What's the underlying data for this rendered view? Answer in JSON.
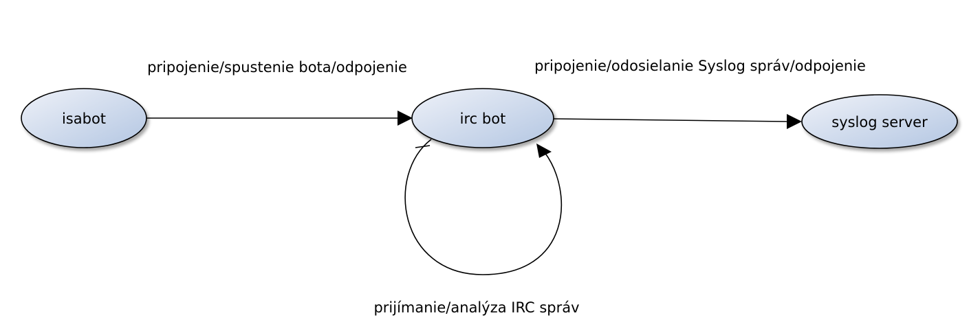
{
  "colors": {
    "node_fill_light": "#eef1f8",
    "node_fill_dark": "#b3c6e2",
    "stroke": "#000000",
    "background": "#ffffff"
  },
  "nodes": {
    "isabot": "isabot",
    "irc_bot": "irc bot",
    "syslog_server": "syslog server"
  },
  "edges": {
    "isabot_to_irc_bot": "pripojenie/spustenie bota/odpojenie",
    "irc_bot_to_syslog": "pripojenie/odosielanie Syslog správ/odpojenie",
    "irc_bot_self_loop": "prijímanie/analýza IRC správ"
  }
}
